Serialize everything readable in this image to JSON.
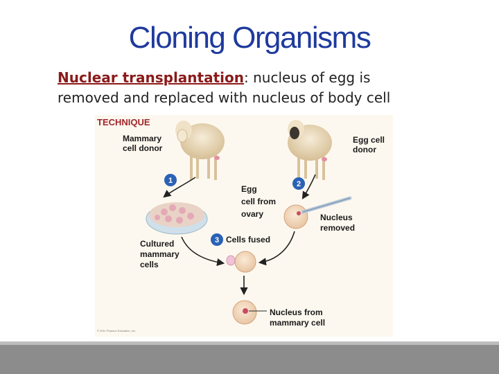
{
  "slide": {
    "title": "Cloning Organisms",
    "term": "Nuclear transplantation",
    "description_line1": ": nucleus of egg is",
    "description_line2": "removed and replaced with nucleus of body cell"
  },
  "figure": {
    "header": "TECHNIQUE",
    "mammary_donor": [
      "Mammary",
      "cell donor"
    ],
    "egg_donor": [
      "Egg cell",
      "donor"
    ],
    "egg_from_ovary": [
      "Egg",
      "cell from",
      "ovary"
    ],
    "nucleus_removed": [
      "Nucleus",
      "removed"
    ],
    "cultured_cells": [
      "Cultured",
      "mammary",
      "cells"
    ],
    "cells_fused": "Cells fused",
    "nucleus_from": [
      "Nucleus from",
      "mammary cell"
    ],
    "steps": [
      "1",
      "2",
      "3"
    ],
    "copyright": "© 2011 Pearson Education, Inc.",
    "colors": {
      "step_circle": "#2a62b5",
      "wool_light": "#f2e6cf",
      "wool_dark": "#d8c29b",
      "dish": "#cfe0ea",
      "cell": "#f5d6b8"
    }
  }
}
